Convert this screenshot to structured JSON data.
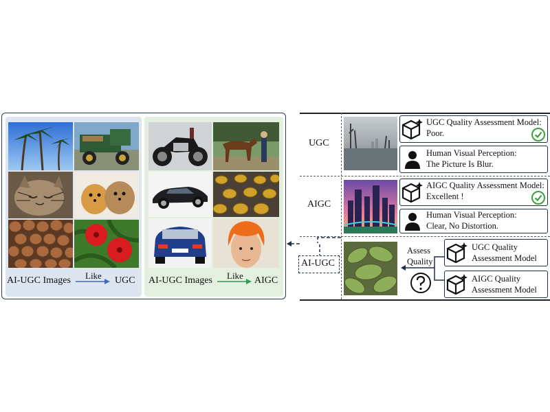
{
  "left": {
    "ugc_caption": "AI-UGC Images",
    "ugc_arrow_label": "Like",
    "ugc_target": "UGC",
    "aigc_caption": "AI-UGC Images",
    "aigc_arrow_label": "Like",
    "aigc_target": "AIGC",
    "colors": {
      "ugc_panel": "#dde5f1",
      "aigc_panel": "#e3f0df",
      "ugc_arrow": "#3d6bbd",
      "aigc_arrow": "#2f9a53"
    }
  },
  "connector": {
    "label": "AI-UGC"
  },
  "right": {
    "rows": [
      {
        "label": "UGC",
        "model_text_line1": "UGC Quality Assessment Model:",
        "model_text_line2": "Poor.",
        "human_text_line1": "Human Visual Perception:",
        "human_text_line2": "The Picture Is Blur.",
        "model_icon": "cube-sparkle-icon",
        "human_icon": "person-icon",
        "status_icon": "check-circle-icon"
      },
      {
        "label": "AIGC",
        "model_text_line1": "AIGC Quality Assessment Model:",
        "model_text_line2": "Excellent !",
        "human_text_line1": "Human Visual Perception:",
        "human_text_line2": "Clear, No Distortion.",
        "model_icon": "cube-sparkle-icon",
        "human_icon": "person-icon",
        "status_icon": "check-circle-icon"
      }
    ],
    "assess": {
      "label_line1": "Assess",
      "label_line2": "Quality",
      "ugc_model_line1": "UGC Quality",
      "ugc_model_line2": "Assessment Model",
      "aigc_model_line1": "AIGC Quality",
      "aigc_model_line2": "Assessment Model",
      "question_icon": "question-circle-icon"
    }
  }
}
